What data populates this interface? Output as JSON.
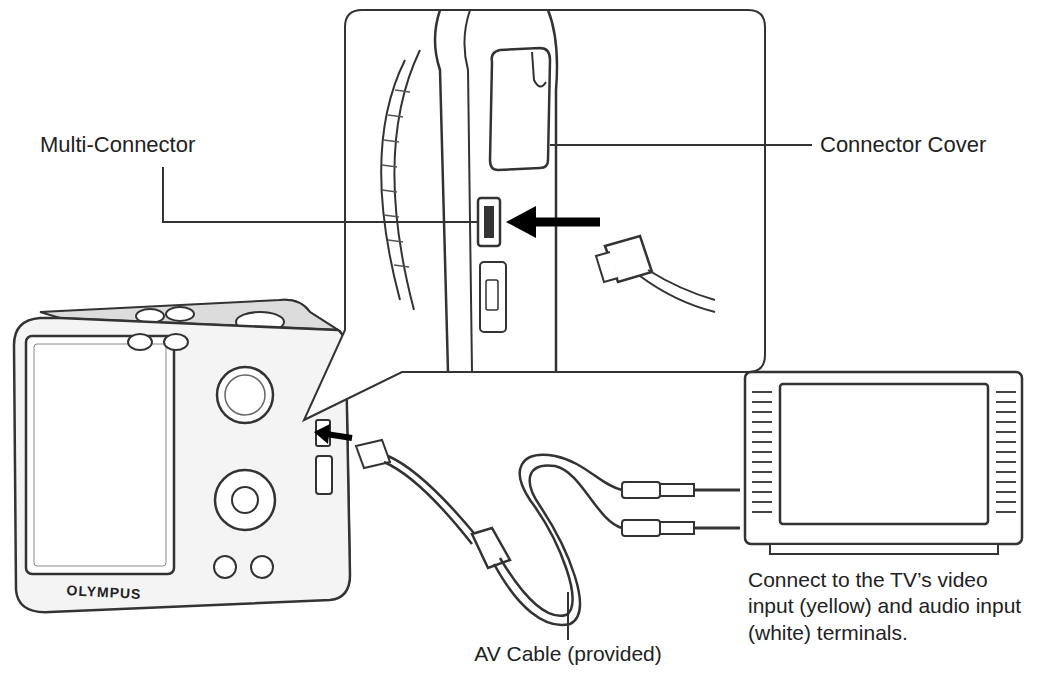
{
  "diagram": {
    "labels": [
      "Multi-Connector",
      "Connector Cover",
      "AV Cable (provided)",
      "Connect to the TV’s video input (yellow) and audio input (white) terminals.",
      "OLYMPUS"
    ]
  }
}
